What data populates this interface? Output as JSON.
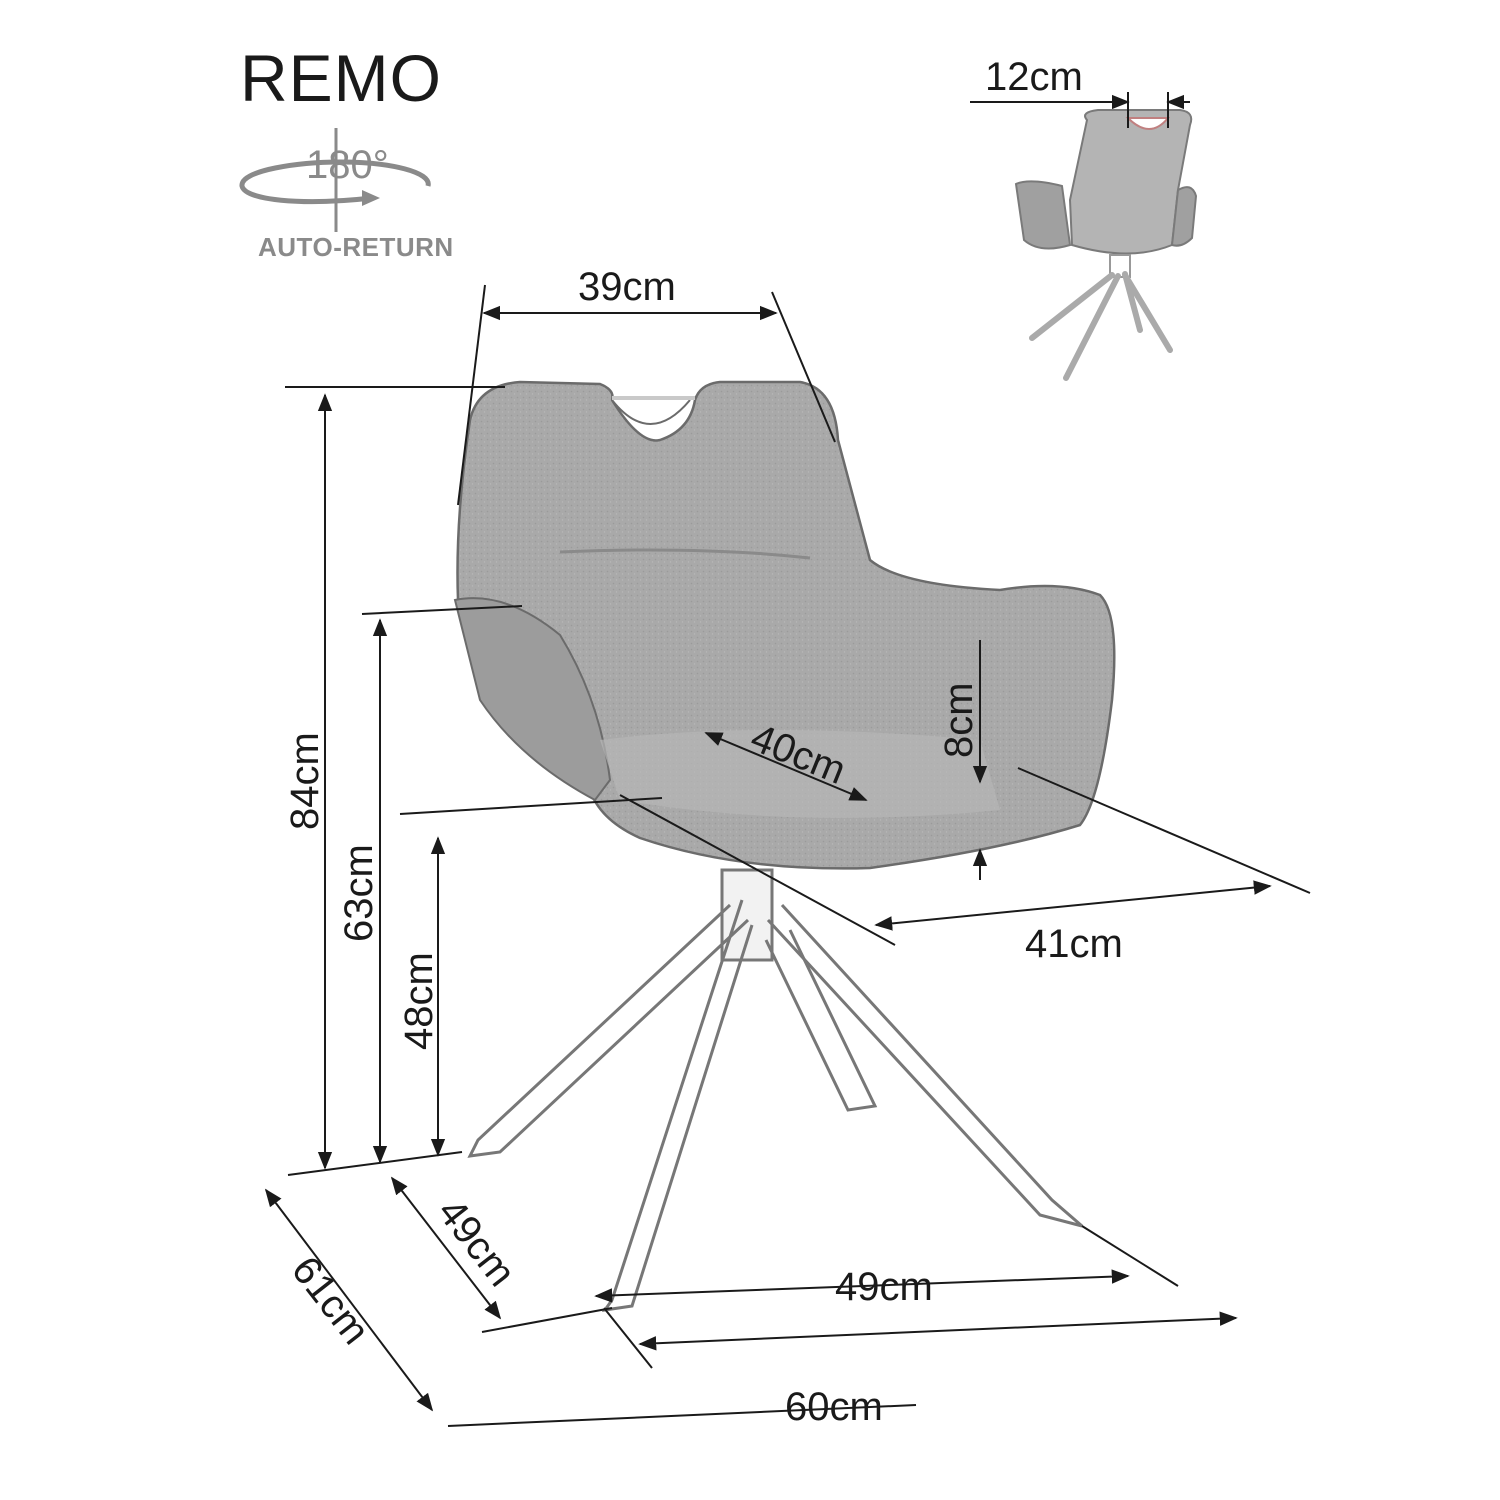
{
  "title": "REMO",
  "rotation": {
    "degrees": "180°",
    "label": "AUTO-RETURN",
    "icon": "rotate-180-icon"
  },
  "colors": {
    "fabric": "#a9a9a9",
    "fabric_dark": "#8f8f8f",
    "line": "#1a1a1a",
    "leg": "#777777"
  },
  "dimensions": {
    "handle_width": "12cm",
    "backrest_width": "39cm",
    "total_height": "84cm",
    "armrest_height": "63cm",
    "seat_height": "48cm",
    "armrest_above_seat": "8cm",
    "seat_depth": "40cm",
    "seat_width": "41cm",
    "leg_depth": "49cm",
    "leg_width": "49cm",
    "total_depth": "61cm",
    "total_width": "60cm"
  }
}
